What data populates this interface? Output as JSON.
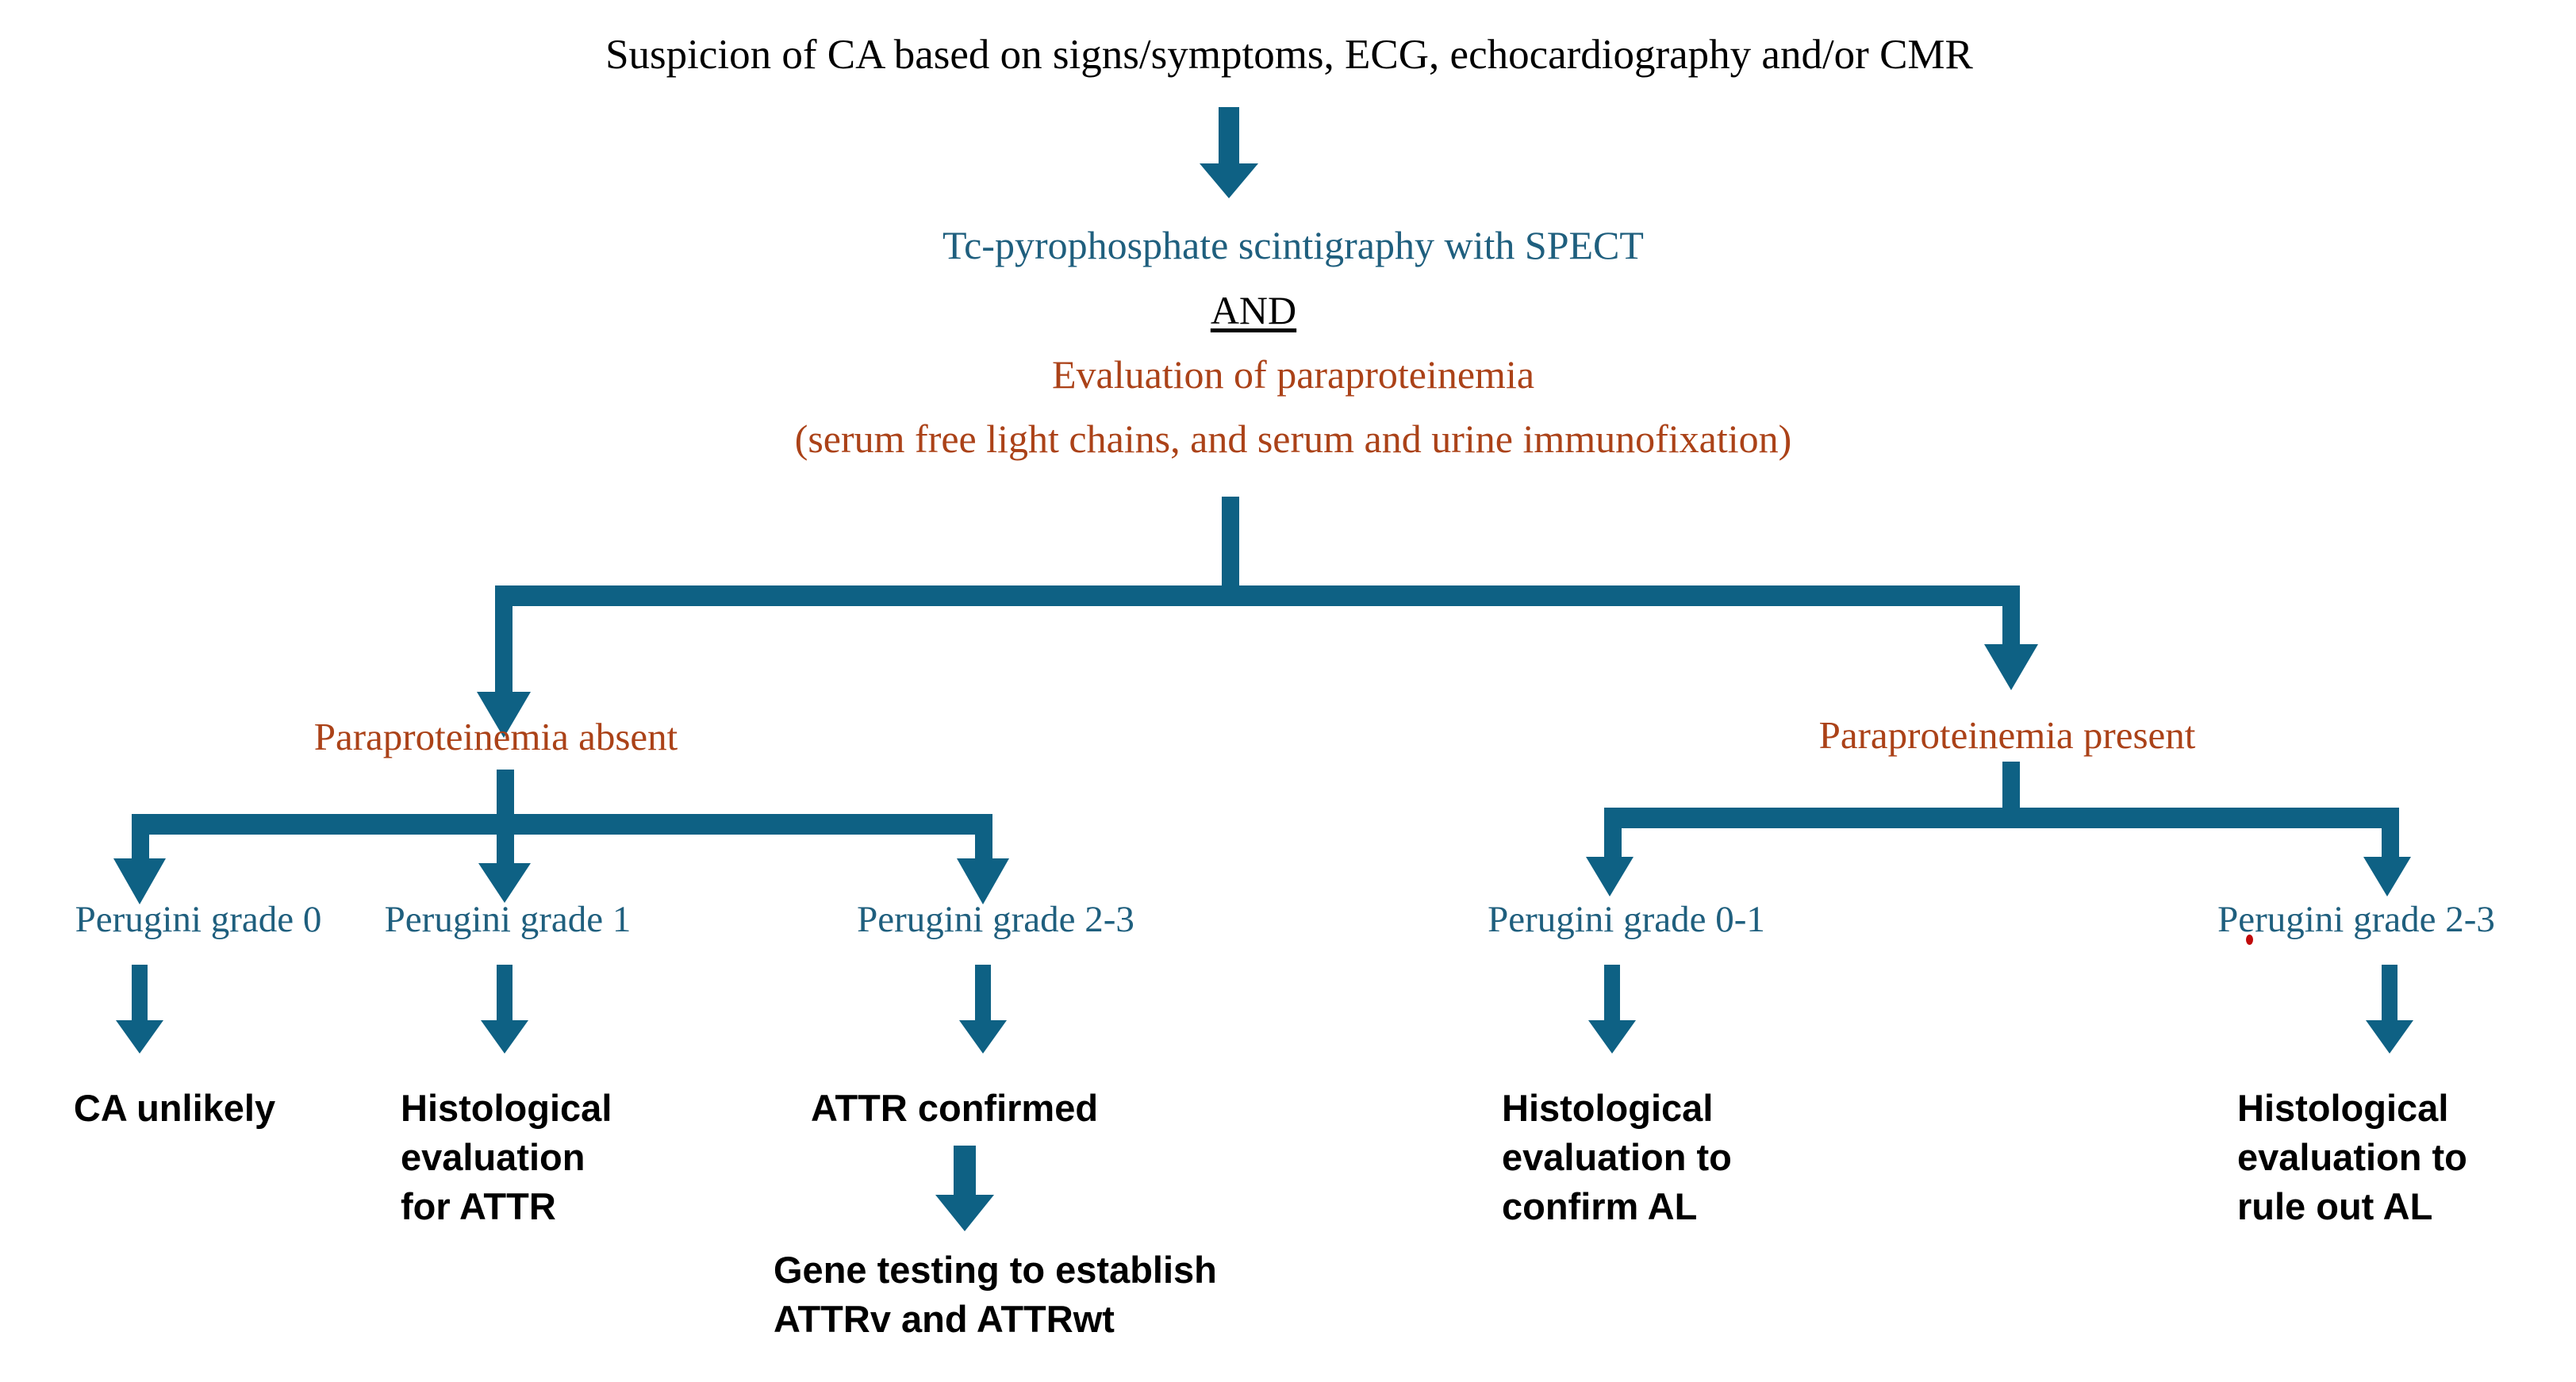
{
  "diagram": {
    "title": "Cardiac amyloidosis diagnostic algorithm",
    "colors": {
      "connector_teal": "#0e6184",
      "text_teal": "#1f5f7e",
      "text_brown": "#ab4218",
      "text_black": "#000000",
      "background": "#ffffff",
      "red_speck": "#c00a0a"
    }
  },
  "nodes": {
    "suspicion": "Suspicion of CA based on signs/symptoms, ECG, echocardiography and/or CMR",
    "scintigraphy": "Tc-pyrophosphate scintigraphy with SPECT",
    "and_connector": "AND",
    "evaluation_title": "Evaluation of paraproteinemia",
    "evaluation_detail": "(serum free light chains, and serum and urine immunofixation)",
    "paraproteinemia_absent": "Paraproteinemia absent",
    "paraproteinemia_present": "Paraproteinemia present",
    "grade_absent_0": "Perugini grade 0",
    "grade_absent_1": "Perugini grade 1",
    "grade_absent_2_3": "Perugini grade 2-3",
    "grade_present_0_1": "Perugini grade 0-1",
    "grade_present_2_3": "Perugini grade 2-3",
    "outcome_ca_unlikely": "CA unlikely",
    "outcome_histological_attr": "Histological\nevaluation\nfor ATTR",
    "outcome_attr_confirmed": "ATTR confirmed",
    "outcome_gene_testing": "Gene testing to establish\nATTRv and ATTRwt",
    "outcome_confirm_al": "Histological\nevaluation to\nconfirm AL",
    "outcome_rule_out_al": "Histological\nevaluation to\nrule out AL"
  },
  "flow": {
    "type": "decision-tree",
    "root": "suspicion",
    "edges": [
      {
        "from": "suspicion",
        "to": "scintigraphy",
        "label": ""
      },
      {
        "from": "scintigraphy",
        "to": "paraproteinemia_absent",
        "label": ""
      },
      {
        "from": "scintigraphy",
        "to": "paraproteinemia_present",
        "label": ""
      },
      {
        "from": "paraproteinemia_absent",
        "to": "grade_absent_0",
        "label": ""
      },
      {
        "from": "paraproteinemia_absent",
        "to": "grade_absent_1",
        "label": ""
      },
      {
        "from": "paraproteinemia_absent",
        "to": "grade_absent_2_3",
        "label": ""
      },
      {
        "from": "paraproteinemia_present",
        "to": "grade_present_0_1",
        "label": ""
      },
      {
        "from": "paraproteinemia_present",
        "to": "grade_present_2_3",
        "label": ""
      },
      {
        "from": "grade_absent_0",
        "to": "outcome_ca_unlikely",
        "label": ""
      },
      {
        "from": "grade_absent_1",
        "to": "outcome_histological_attr",
        "label": ""
      },
      {
        "from": "grade_absent_2_3",
        "to": "outcome_attr_confirmed",
        "label": ""
      },
      {
        "from": "outcome_attr_confirmed",
        "to": "outcome_gene_testing",
        "label": ""
      },
      {
        "from": "grade_present_0_1",
        "to": "outcome_confirm_al",
        "label": ""
      },
      {
        "from": "grade_present_2_3",
        "to": "outcome_rule_out_al",
        "label": ""
      }
    ]
  }
}
